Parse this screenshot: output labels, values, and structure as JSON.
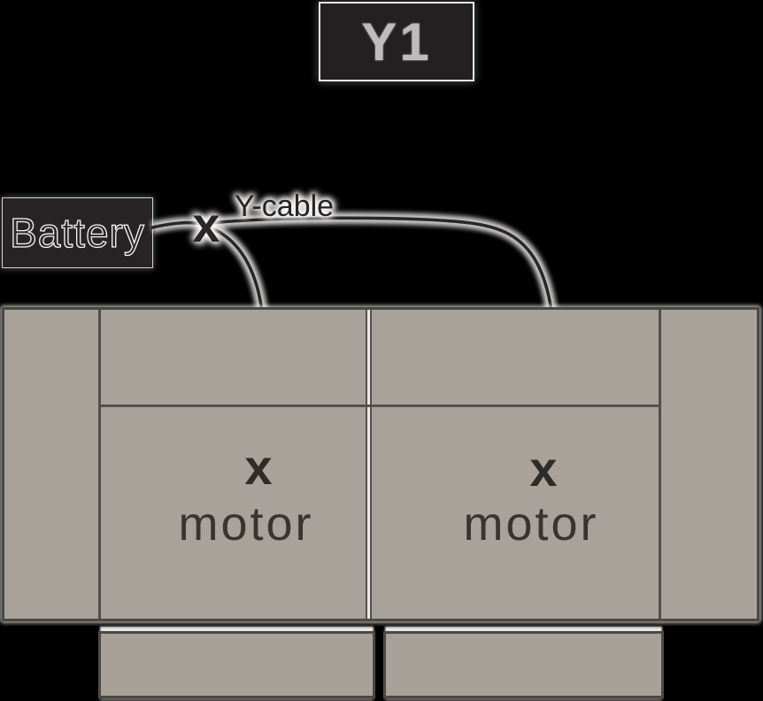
{
  "diagram": {
    "title_box": {
      "label": "Y1"
    },
    "battery": {
      "label": "Battery"
    },
    "cable": {
      "label": "Y-cable",
      "junction_marker": "x"
    },
    "motors": {
      "left": {
        "marker": "x",
        "label": "motor"
      },
      "right": {
        "marker": "x",
        "label": "motor"
      }
    }
  },
  "colors": {
    "background": "#000000",
    "box_fill": "#242021",
    "box_text": "#bdbbbc",
    "cable_line": "#2b2726",
    "halo": "#f2f1ed",
    "sofa_fill": "#a9a29b",
    "sofa_border": "#4d4842",
    "mid_divider_light": "#eceae5",
    "marker_color": "#2f2b27",
    "motor_text": "#3a3430"
  }
}
